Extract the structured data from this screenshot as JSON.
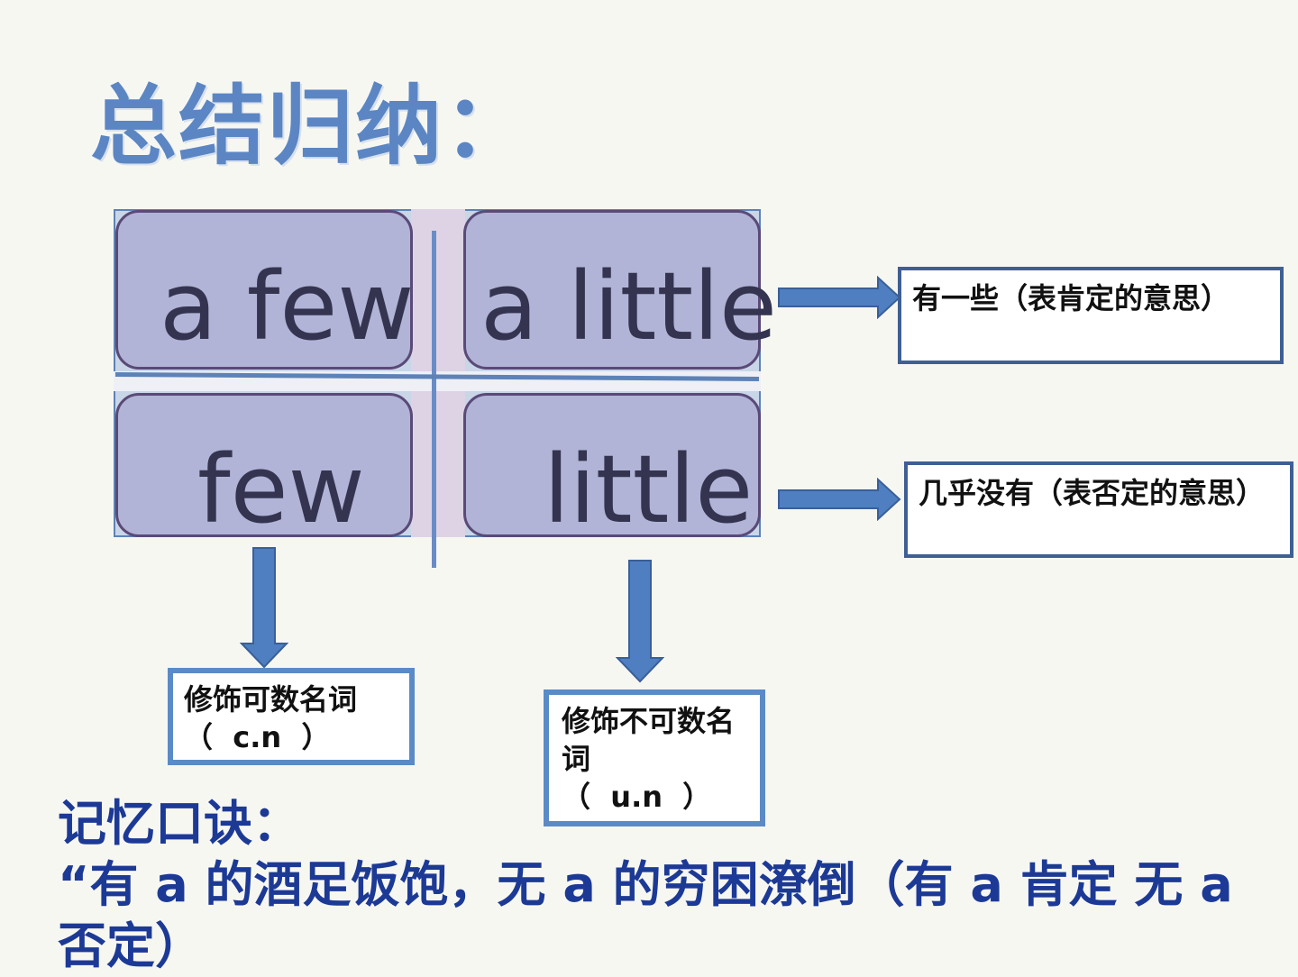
{
  "title": "总结归纳：",
  "grid": {
    "a_few": "a few",
    "a_little": "a little",
    "few": "few",
    "little": "little"
  },
  "labels": {
    "positive": "有一些（表肯定的意思）",
    "negative": "几乎没有（表否定的意思）",
    "countable_line1": "修饰可数名词",
    "countable_line2": "（  c.n  ）",
    "uncountable_line1": "修饰不可数名词",
    "uncountable_line2": "（  u.n  ）"
  },
  "mnemonic": {
    "heading": "记忆口诀：",
    "text": "“有 a 的酒足饭饱，无 a 的穷困潦倒（有 a 肯定 无 a 否定）"
  },
  "colors": {
    "title": "#5b86c3",
    "cell_fill": "#b1b4d6",
    "arrow": "#4f7fc0",
    "mnemonic": "#1c3a95"
  }
}
